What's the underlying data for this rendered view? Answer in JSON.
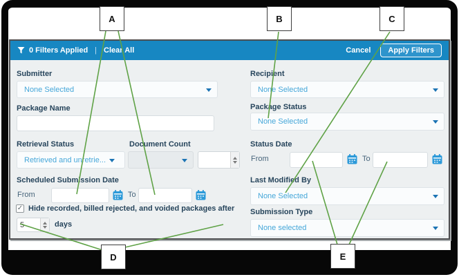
{
  "callouts": {
    "a": "A",
    "b": "B",
    "c": "C",
    "d": "D",
    "e": "E"
  },
  "header": {
    "filters_applied": "0 Filters Applied",
    "separator": "|",
    "clear_all": "Clear All",
    "cancel": "Cancel",
    "apply_filters": "Apply Filters"
  },
  "left": {
    "submitter": {
      "label": "Submitter",
      "value": "None Selected"
    },
    "package_name": {
      "label": "Package Name",
      "value": ""
    },
    "retrieval_status": {
      "label": "Retrieval Status",
      "value": "Retrieved and unretrie..."
    },
    "document_count": {
      "label": "Document Count",
      "dropdown_value": "",
      "number_value": ""
    },
    "scheduled_submission_date": {
      "label": "Scheduled Submission Date",
      "from_label": "From",
      "from_value": "",
      "to_label": "To",
      "to_value": ""
    },
    "hide_packages": {
      "checked": true,
      "checkmark": "✓",
      "label": "Hide recorded, billed rejected, and voided packages after",
      "days_value": "5",
      "days_suffix": "days"
    }
  },
  "right": {
    "recipient": {
      "label": "Recipient",
      "value": "None Selected"
    },
    "package_status": {
      "label": "Package Status",
      "value": "None Selected"
    },
    "status_date": {
      "label": "Status Date",
      "from_label": "From",
      "from_value": "",
      "to_label": "To",
      "to_value": ""
    },
    "last_modified_by": {
      "label": "Last Modified By",
      "value": "None Selected"
    },
    "submission_type": {
      "label": "Submission Type",
      "value": "None selected"
    }
  },
  "colors": {
    "header_blue": "#1787c2",
    "button_blue": "#2e94cc",
    "accent_blue": "#46a7d9",
    "caret_blue": "#1c74b4",
    "calendar_blue": "#2d9ad9",
    "callout_green": "#5fa246",
    "label_dark": "#27455c",
    "panel_bg": "#edf0f1"
  }
}
